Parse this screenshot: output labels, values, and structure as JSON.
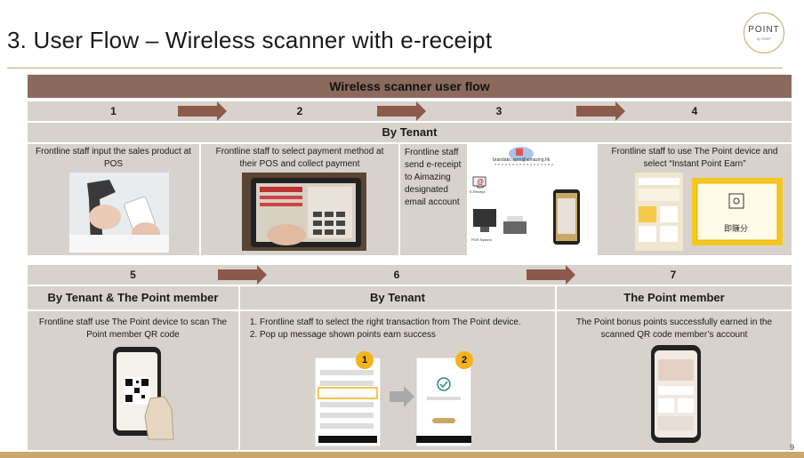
{
  "slide": {
    "title": "3. User Flow – Wireless scanner with e-receipt",
    "logo_text": "POINT",
    "logo_sub": "by SHKP",
    "page_number": "9"
  },
  "flow": {
    "header": "Wireless scanner user flow",
    "top_steps": [
      "1",
      "2",
      "3",
      "4"
    ],
    "top_actor": "By Tenant",
    "top_cells": [
      "Frontline staff input the sales product at POS",
      "Frontline staff to select payment method at their POS and collect payment",
      "Frontline staff send e-receipt to Aimazing designated email account",
      "Frontline staff to use The Point device and select “Instant Point Earn”"
    ],
    "email_label": "brandabc-aprn@aimazing.hk",
    "email_icon_label": "E-Receipt",
    "pos_label": "POS System",
    "chinese_label": "即賺分",
    "bottom_steps": [
      "5",
      "6",
      "7"
    ],
    "bottom_actors": [
      "By Tenant & The Point member",
      "By Tenant",
      "The Point member"
    ],
    "bottom_cell_5": "Frontline staff use The Point device to scan The Point member QR code",
    "bottom_cell_6_items": [
      "Frontline staff to select the right transaction from The Point device.",
      "Pop up message shown points earn success"
    ],
    "bottom_cell_7": "The Point bonus points successfully earned in the scanned QR code member’s account",
    "badges": [
      "1",
      "2"
    ]
  },
  "colors": {
    "band": "#8b6a5c",
    "cell": "#d8d2cd",
    "gold": "#c9a76d",
    "badge": "#f2b31b"
  }
}
